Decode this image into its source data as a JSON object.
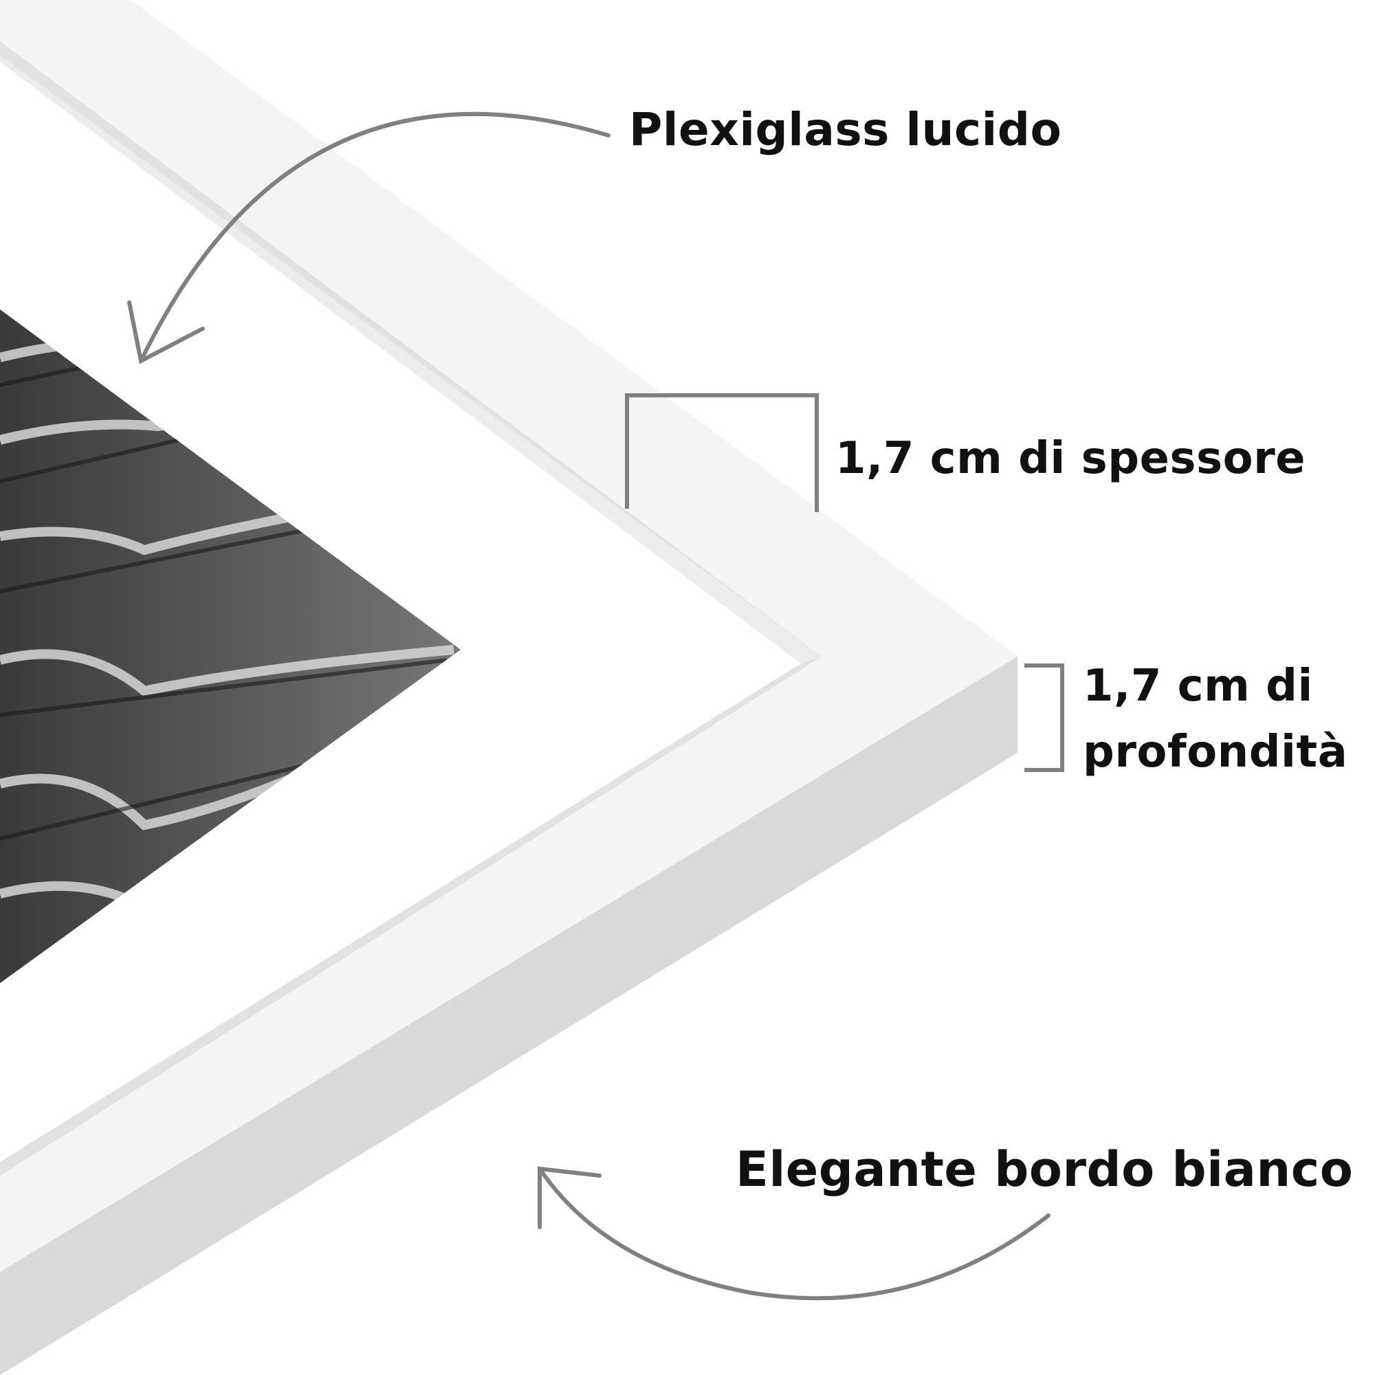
{
  "labels": {
    "plexiglass": "Plexiglass lucido",
    "spessore": "1,7 cm di spessore",
    "profondita_line1": "1,7 cm di",
    "profondita_line2": "profondità",
    "bordo": "Elegante bordo bianco"
  },
  "colors": {
    "background": "#ffffff",
    "text": "#111111",
    "annotation_line": "#808080",
    "frame_face": "#f3f3f3",
    "frame_side": "#d9d9d9",
    "photo_dark": "#2b2b2b"
  }
}
